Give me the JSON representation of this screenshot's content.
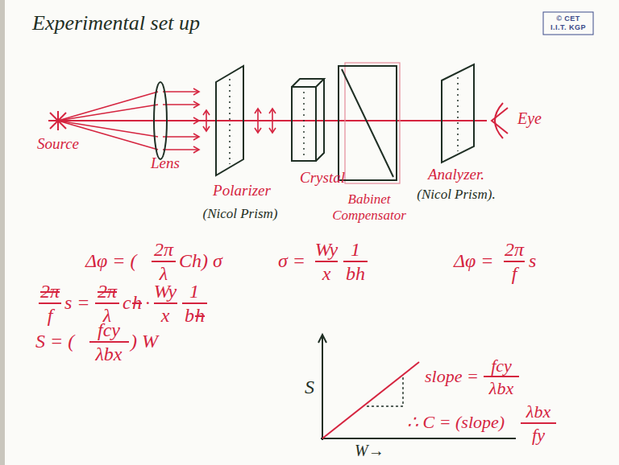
{
  "diagram": {
    "title": "Experimental set up",
    "labels": [
      "© CET",
      "I.I.T. KGP",
      "Source",
      "Lens",
      "Polarizer",
      "(Nicol Prism)",
      "Crystal",
      "Babinet Compensator",
      "Analyzer.",
      "(Nicol Prism).",
      "Eye",
      "Δφ = (",
      "2π",
      "λ",
      "Ch) σ",
      "σ =",
      "Wy",
      "x",
      "1",
      "bh",
      "Δφ =",
      "2π",
      "f",
      "s",
      "2π",
      "f",
      "s =",
      "2π",
      "λ",
      "c",
      "h",
      "·",
      "Wy",
      "x",
      "1",
      "b",
      "h",
      "S = (",
      "fcy",
      "λbx",
      ") W",
      "S",
      "W→",
      "slope =",
      "fcy",
      "λbx",
      "∴ C = (slope)",
      "λbx",
      "fy"
    ]
  }
}
